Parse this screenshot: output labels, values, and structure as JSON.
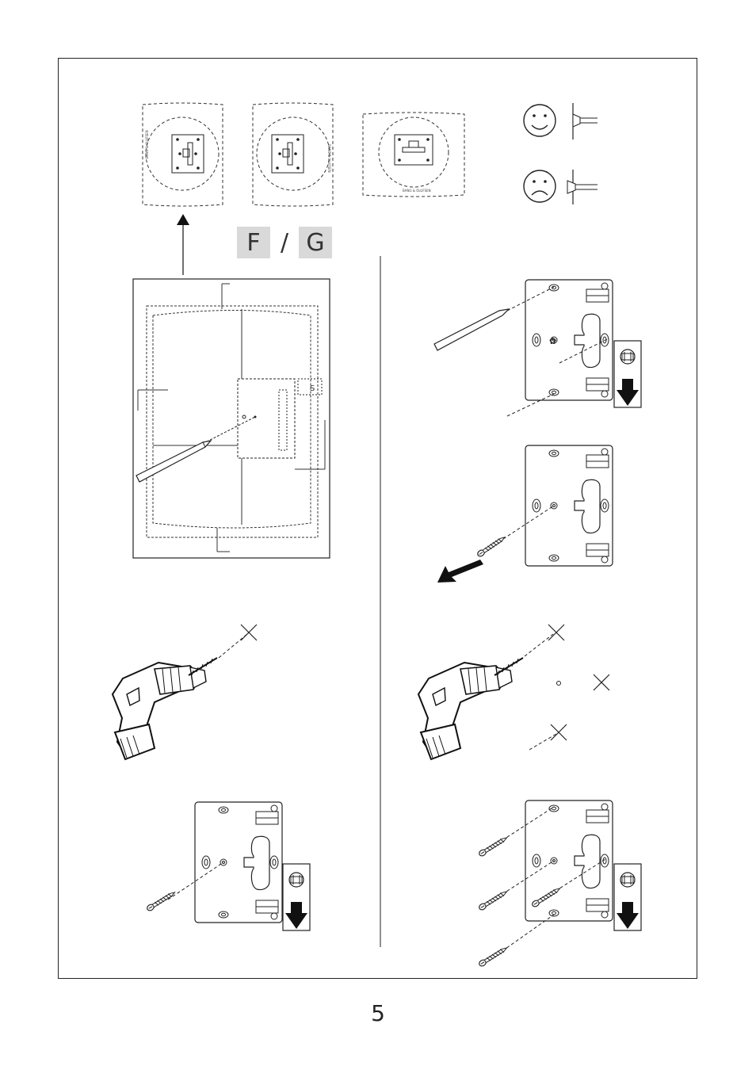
{
  "labels": {
    "option_f": "F",
    "separator": "/",
    "option_g": "G"
  },
  "brand_text": "BANG & OLUFSEN",
  "page_number": "5",
  "icons": {
    "approved": "smiley-happy-icon",
    "not_approved": "smiley-sad-icon",
    "marking_tool": "pencil-icon",
    "fastener": "screw-icon",
    "drilling_tool": "drill-icon",
    "leveling": "spirit-level-icon",
    "direction": "arrow-down-icon",
    "drill_point": "cross-mark-icon"
  }
}
